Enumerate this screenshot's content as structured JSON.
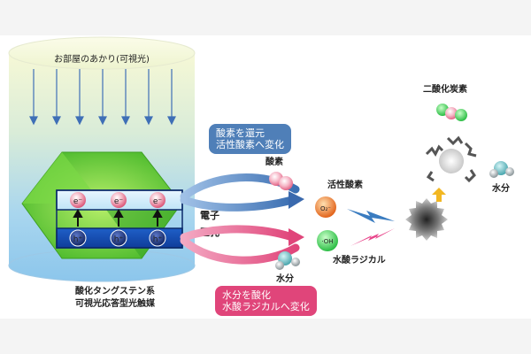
{
  "light": {
    "label": "お部屋のあかり(可視光)"
  },
  "catalyst": {
    "name_line1": "酸化タングステン系",
    "name_line2": "可視光応答型光触媒"
  },
  "band": {
    "electron_label": "電子",
    "hole_label": "正孔",
    "electron_symbol": "e⁻",
    "hole_symbol": "h⁺"
  },
  "reduction_box": {
    "line1": "酸素を還元",
    "line2": "活性酸素へ変化",
    "color": "#4f7fb8"
  },
  "oxidation_box": {
    "line1": "水分を酸化",
    "line2": "水酸ラジカルへ変化",
    "color": "#e0457a"
  },
  "labels": {
    "oxygen": "酸素",
    "active_oxygen": "活性酸素",
    "water_bottom": "水分",
    "hydroxyl_radical": "水酸ラジカル",
    "carbon_dioxide": "二酸化炭素",
    "water_right": "水分"
  },
  "radicals": {
    "superoxide": "O₂⁻",
    "hydroxyl": "·OH"
  },
  "colors": {
    "electron": "#e26a8a",
    "hole": "#1a3070",
    "arrow_blue": "#4a78b5",
    "arrow_pink": "#e0457a",
    "zigzag_blue": "#3a7cc0",
    "zigzag_pink": "#e8448a",
    "result_arrow": "#f2b722"
  }
}
